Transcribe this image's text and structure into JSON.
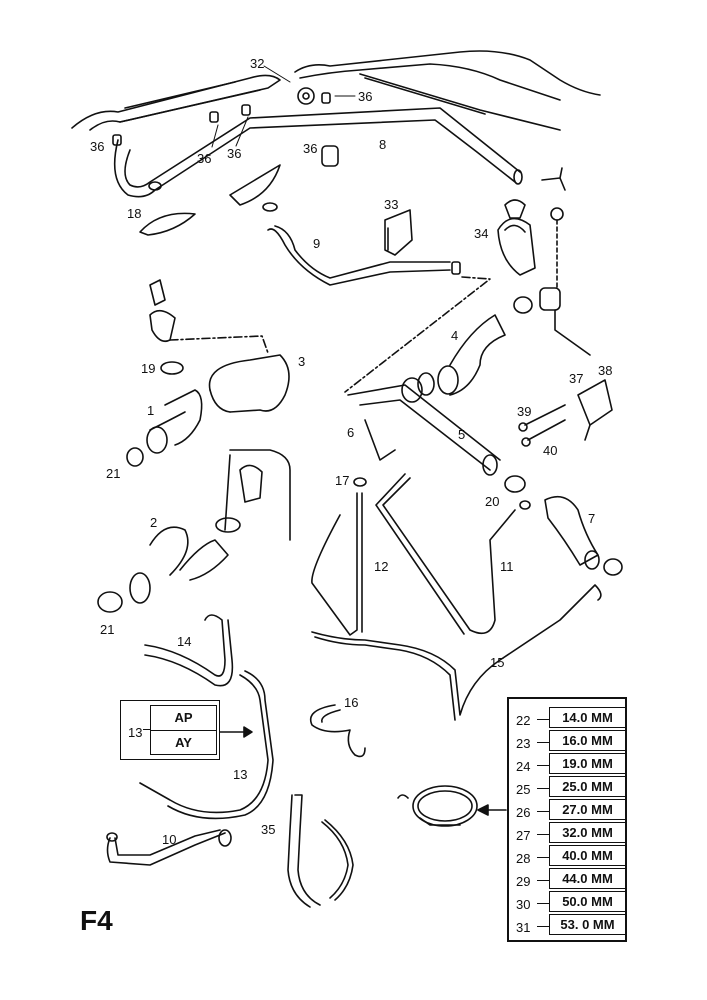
{
  "figure_label": "F4",
  "callouts": [
    {
      "id": "c32",
      "text": "32"
    },
    {
      "id": "c36a",
      "text": "36"
    },
    {
      "id": "c36b",
      "text": "36"
    },
    {
      "id": "c36c",
      "text": "36"
    },
    {
      "id": "c36d",
      "text": "36"
    },
    {
      "id": "c36e",
      "text": "36"
    },
    {
      "id": "c8",
      "text": "8"
    },
    {
      "id": "c18",
      "text": "18"
    },
    {
      "id": "c33",
      "text": "33"
    },
    {
      "id": "c34",
      "text": "34"
    },
    {
      "id": "c9",
      "text": "9"
    },
    {
      "id": "c4",
      "text": "4"
    },
    {
      "id": "c3",
      "text": "3"
    },
    {
      "id": "c19",
      "text": "19"
    },
    {
      "id": "c1",
      "text": "1"
    },
    {
      "id": "c21a",
      "text": "21"
    },
    {
      "id": "c38",
      "text": "38"
    },
    {
      "id": "c37",
      "text": "37"
    },
    {
      "id": "c39",
      "text": "39"
    },
    {
      "id": "c40",
      "text": "40"
    },
    {
      "id": "c6",
      "text": "6"
    },
    {
      "id": "c5",
      "text": "5"
    },
    {
      "id": "c17",
      "text": "17"
    },
    {
      "id": "c20",
      "text": "20"
    },
    {
      "id": "c7",
      "text": "7"
    },
    {
      "id": "c2",
      "text": "2"
    },
    {
      "id": "c12",
      "text": "12"
    },
    {
      "id": "c11",
      "text": "11"
    },
    {
      "id": "c21b",
      "text": "21"
    },
    {
      "id": "c14",
      "text": "14"
    },
    {
      "id": "c15",
      "text": "15"
    },
    {
      "id": "c16",
      "text": "16"
    },
    {
      "id": "c13a",
      "text": "13"
    },
    {
      "id": "c13b",
      "text": "13"
    },
    {
      "id": "c10",
      "text": "10"
    },
    {
      "id": "c35",
      "text": "35"
    }
  ],
  "variant_box": {
    "ref": "13",
    "variants": [
      "AP",
      "AY"
    ]
  },
  "clamp_sizes": [
    {
      "ref": "22",
      "size": "14.0 MM"
    },
    {
      "ref": "23",
      "size": "16.0 MM"
    },
    {
      "ref": "24",
      "size": "19.0 MM"
    },
    {
      "ref": "25",
      "size": "25.0 MM"
    },
    {
      "ref": "26",
      "size": "27.0 MM"
    },
    {
      "ref": "27",
      "size": "32.0 MM"
    },
    {
      "ref": "28",
      "size": "40.0 MM"
    },
    {
      "ref": "29",
      "size": "44.0 MM"
    },
    {
      "ref": "30",
      "size": "50.0 MM"
    },
    {
      "ref": "31",
      "size": "53. 0 MM"
    }
  ]
}
